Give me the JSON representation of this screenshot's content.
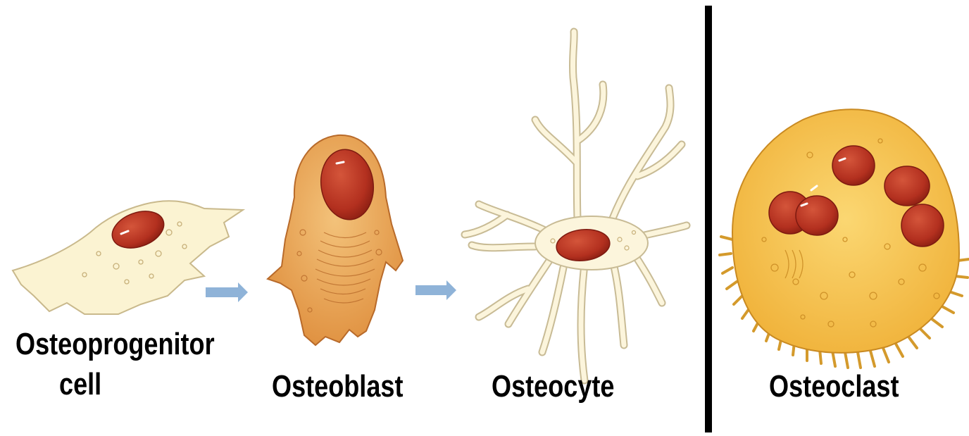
{
  "labels": {
    "osteoprogenitor_line1": "Osteoprogenitor",
    "osteoprogenitor_line2": "cell",
    "osteoblast": "Osteoblast",
    "osteocyte": "Osteocyte",
    "osteoclast": "Osteoclast"
  },
  "colors": {
    "progenitor_body": "#fbf3d2",
    "progenitor_edge": "#c9b98c",
    "osteoblast_body": "#e9a555",
    "osteoblast_edge": "#b86a2a",
    "osteocyte_body": "#fcf5dc",
    "osteocyte_edge": "#c8bb95",
    "osteoclast_body": "#f6c24e",
    "osteoclast_edge": "#c98a22",
    "nucleus": "#b5311f",
    "nucleus_edge": "#7d1a10",
    "arrow": "#8fb3d8",
    "divider": "#000000"
  }
}
